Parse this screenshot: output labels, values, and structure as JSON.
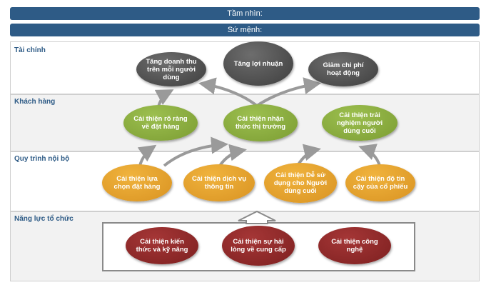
{
  "header": {
    "vision": "Tầm nhìn:",
    "mission": "Sứ mệnh:"
  },
  "bands": {
    "finance": "Tài chính",
    "customer": "Khách hàng",
    "process": "Quy trình nội bộ",
    "capacity": "Năng lực tổ chức"
  },
  "nodes": {
    "revenue": "Tăng doanh thu trên mỗi người dùng",
    "profit": "Tăng lợi nhuận",
    "cost": "Giảm chi phí hoạt động",
    "clarity": "Cải thiện rõ ràng về đặt hàng",
    "awareness": "Cải thiện nhận thức thị trường",
    "experience": "Cải thiện trải nghiệm người dùng cuối",
    "ordering": "Cải thiện lựa chọn đặt hàng",
    "service": "Cải thiện dịch vụ thông tin",
    "usability": "Cải thiện Dễ sử dụng cho Người dùng cuối",
    "trust": "Cải thiện độ tin cậy của cổ phiếu",
    "knowledge": "Cải thiện kiến thức và kỹ năng",
    "satisfaction": "Cải thiện sự hài lòng về cung cấp",
    "technology": "Cải thiện công nghệ"
  },
  "colors": {
    "header": "#2e5b86",
    "finance": "#4a4a4a",
    "customer": "#8bb043",
    "process": "#e6a32e",
    "capacity": "#8e2a2a"
  }
}
